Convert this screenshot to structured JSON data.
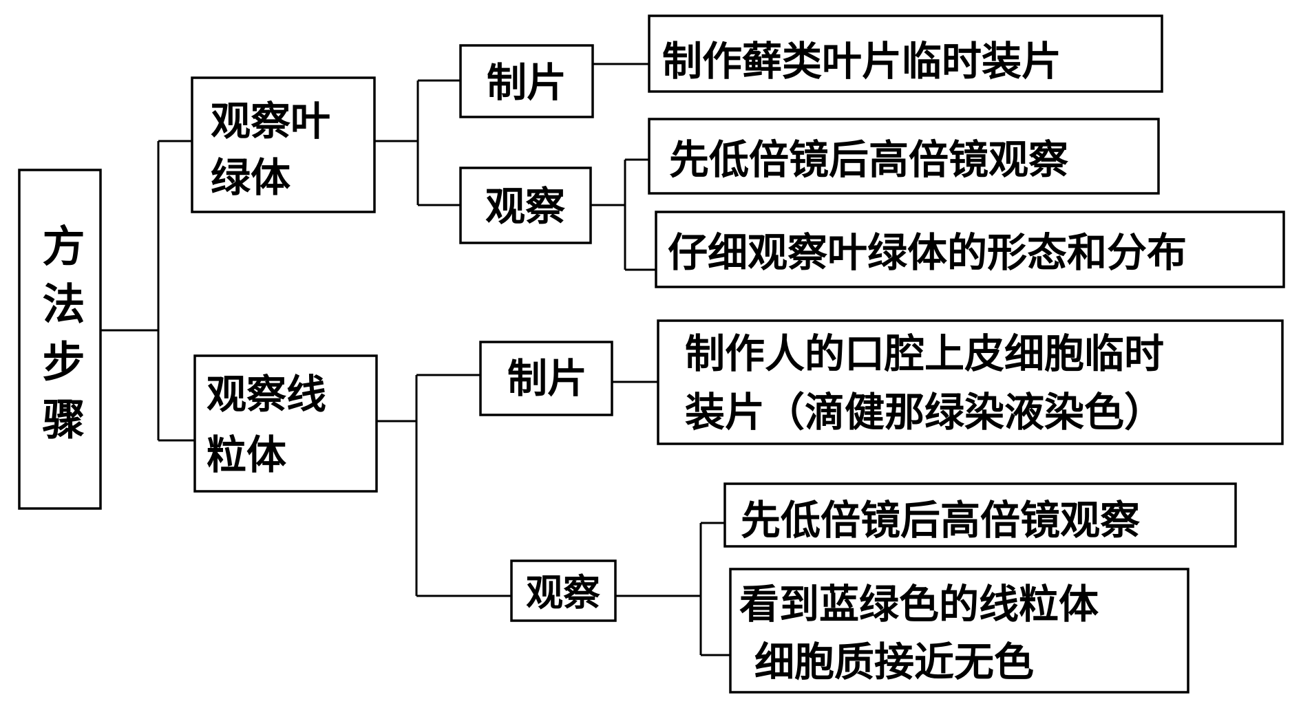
{
  "root": {
    "label": "方法步骤"
  },
  "branches": [
    {
      "title_lines": [
        "观察叶",
        "绿体"
      ],
      "prep": {
        "label": "制片",
        "details": [
          {
            "lines": [
              "制作藓类叶片临时装片"
            ]
          }
        ]
      },
      "observe": {
        "label": "观察",
        "details": [
          {
            "lines": [
              "先低倍镜后高倍镜观察"
            ]
          },
          {
            "lines": [
              "仔细观察叶绿体的形态和分布"
            ]
          }
        ]
      }
    },
    {
      "title_lines": [
        "观察线",
        "粒体"
      ],
      "prep": {
        "label": "制片",
        "details": [
          {
            "lines": [
              "制作人的口腔上皮细胞临时",
              "装片（滴健那绿染液染色）"
            ]
          }
        ]
      },
      "observe": {
        "label": "观察",
        "details": [
          {
            "lines": [
              "先低倍镜后高倍镜观察"
            ]
          },
          {
            "lines": [
              "看到蓝绿色的线粒体",
              "细胞质接近无色"
            ]
          }
        ]
      }
    }
  ]
}
